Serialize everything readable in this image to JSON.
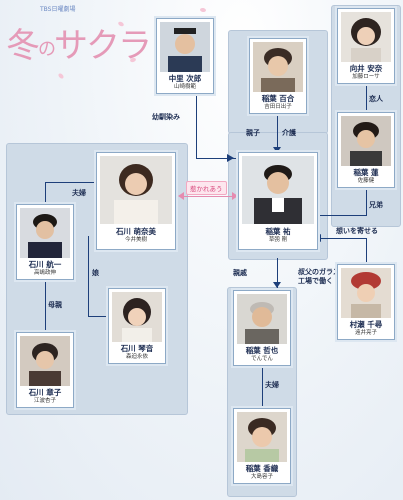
{
  "header": {
    "network": "TBS日曜劇場",
    "title_main": "冬",
    "title_no": "の",
    "title_rest": "サクラ"
  },
  "characters": {
    "nakazato": {
      "name": "中里 次郎",
      "actor": "山崎樹範"
    },
    "inaba_yuri": {
      "name": "稲葉 百合",
      "actor": "吉田日出子"
    },
    "mukai": {
      "name": "向井 安奈",
      "actor": "加藤ローサ"
    },
    "inaba_ren": {
      "name": "稲葉 蓮",
      "actor": "佐藤健"
    },
    "ishikawa_moemi": {
      "name": "石川 萌奈美",
      "actor": "今井美樹"
    },
    "inaba_yu": {
      "name": "稲葉 祐",
      "actor": "草彅 剛"
    },
    "ishikawa_koichi": {
      "name": "石川 航一",
      "actor": "高嶋政伸"
    },
    "ishikawa_kotone": {
      "name": "石川 琴音",
      "actor": "森迫永依"
    },
    "ishikawa_shoko": {
      "name": "石川 章子",
      "actor": "江波杏子"
    },
    "inaba_tetsuya": {
      "name": "稲葉 哲也",
      "actor": "でんでん"
    },
    "murase": {
      "name": "村瀬 千尋",
      "actor": "遠井亮子"
    },
    "inaba_kaori": {
      "name": "稲葉 香織",
      "actor": "大島容子"
    }
  },
  "relations": {
    "osananajimi": "幼馴染み",
    "oyako": "親子",
    "kaigo": "介護",
    "koibito": "恋人",
    "kyoudai": "兄弟",
    "hikare": "惹かれあう",
    "fuufu1": "夫婦",
    "musume": "娘",
    "hahaoya": "母親",
    "omoi": "想いを寄せる",
    "shinseki": "親戚",
    "factory": "叔父のガラス工場で働く",
    "fuufu2": "夫婦"
  },
  "colors": {
    "title_pink": "#e59ab8",
    "group_bg": "#cfdbe7",
    "line_navy": "#1d3f7a",
    "highlight_pink": "#d84a7e"
  }
}
